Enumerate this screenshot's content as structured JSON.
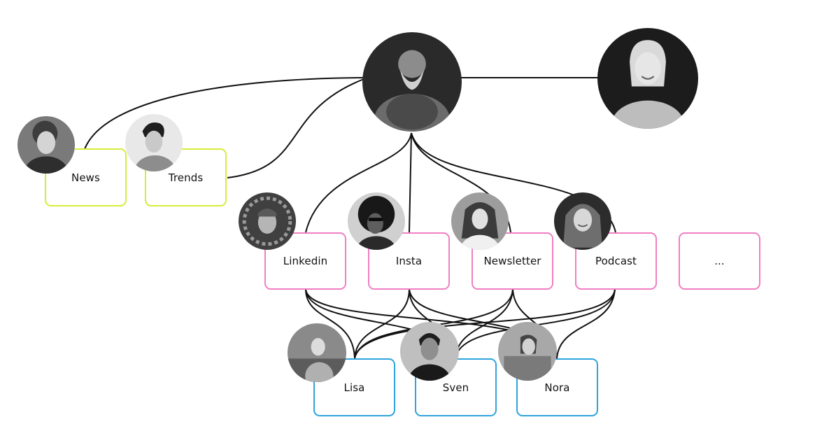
{
  "sources": [
    {
      "id": "news",
      "label": "News"
    },
    {
      "id": "trends",
      "label": "Trends"
    }
  ],
  "channels": [
    {
      "id": "linkedin",
      "label": "Linkedin"
    },
    {
      "id": "insta",
      "label": "Insta"
    },
    {
      "id": "newsletter",
      "label": "Newsletter"
    },
    {
      "id": "podcast",
      "label": "Podcast"
    },
    {
      "id": "more",
      "label": "..."
    }
  ],
  "people": [
    {
      "id": "lisa",
      "label": "Lisa"
    },
    {
      "id": "sven",
      "label": "Sven"
    },
    {
      "id": "nora",
      "label": "Nora"
    }
  ],
  "colors": {
    "source_border": "#d7ec3a",
    "channel_border": "#ef7fc3",
    "people_border": "#2fa3dc",
    "connector": "#111111"
  }
}
